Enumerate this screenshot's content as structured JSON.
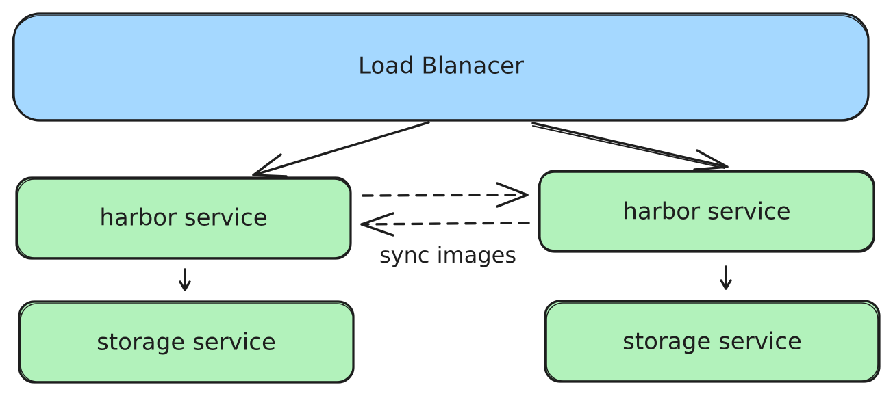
{
  "diagram": {
    "colors": {
      "load_balancer_fill": "#a5d8ff",
      "service_fill": "#b2f2bb",
      "stroke": "#1e1e1e",
      "background": "#ffffff"
    },
    "nodes": {
      "load_balancer": {
        "label": "Load Blanacer"
      },
      "harbor_left": {
        "label": "harbor service"
      },
      "harbor_right": {
        "label": "harbor service"
      },
      "storage_left": {
        "label": "storage service"
      },
      "storage_right": {
        "label": "storage service"
      }
    },
    "edges": {
      "lb_to_harbor_left": {
        "from": "load_balancer",
        "to": "harbor_left",
        "style": "solid"
      },
      "lb_to_harbor_right": {
        "from": "load_balancer",
        "to": "harbor_right",
        "style": "solid"
      },
      "harbor_left_to_right": {
        "from": "harbor_left",
        "to": "harbor_right",
        "style": "dashed"
      },
      "harbor_right_to_left": {
        "from": "harbor_right",
        "to": "harbor_left",
        "style": "dashed",
        "label": "sync images"
      },
      "harbor_left_to_storage": {
        "from": "harbor_left",
        "to": "storage_left",
        "style": "solid"
      },
      "harbor_right_to_storage": {
        "from": "harbor_right",
        "to": "storage_right",
        "style": "solid"
      }
    }
  }
}
